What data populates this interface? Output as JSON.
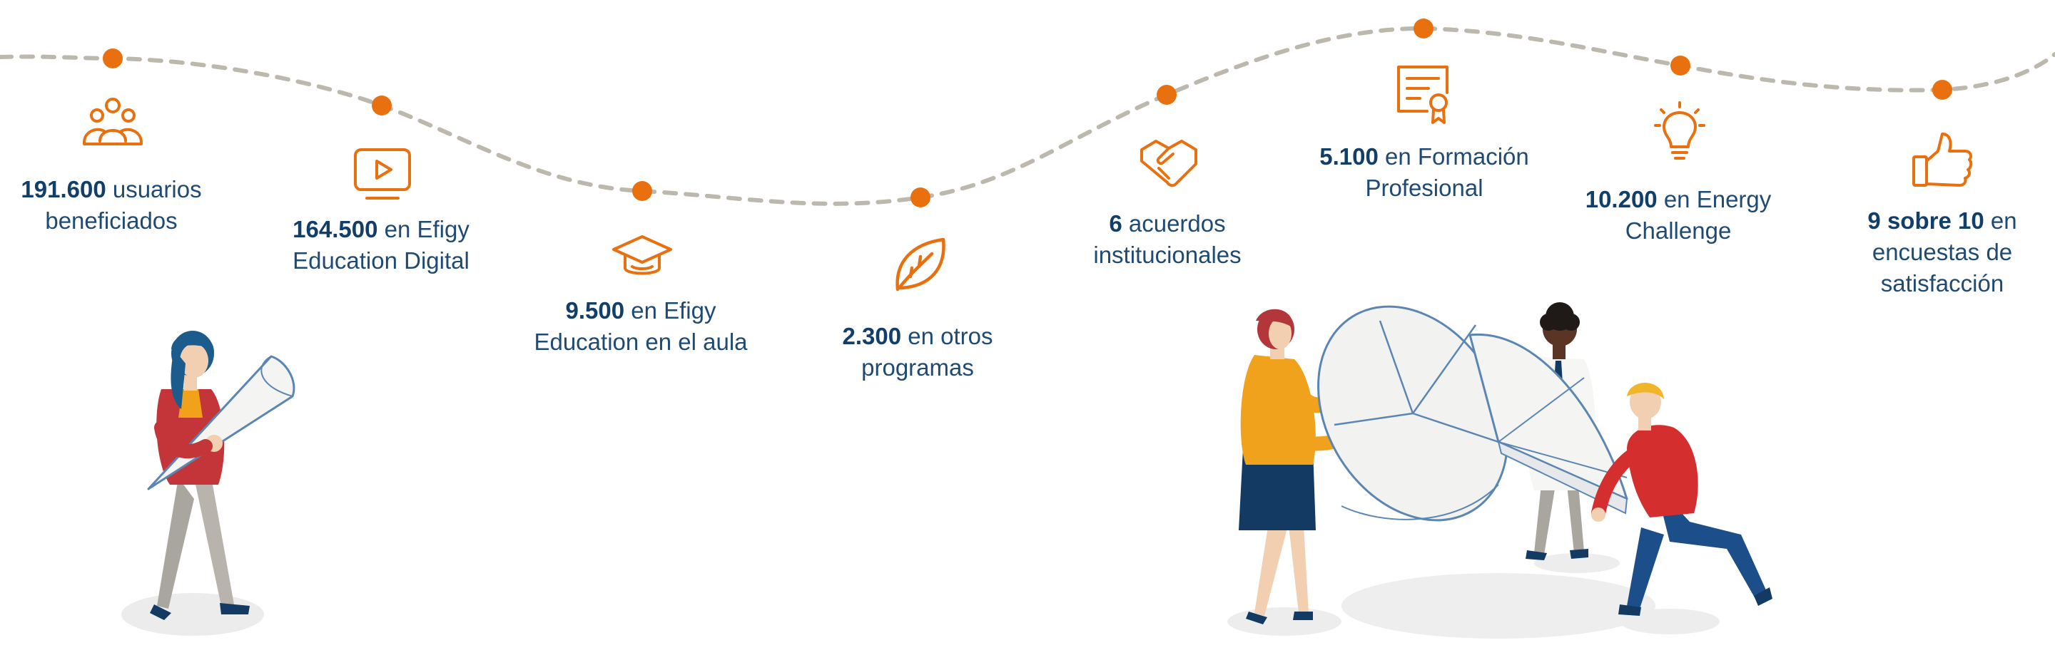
{
  "colors": {
    "accent": "#e8700f",
    "text": "#1f4a73",
    "curve": "#bdb8ae"
  },
  "milestones": [
    {
      "icon": "users-icon",
      "number": "191.600",
      "text_1": " usuarios",
      "text_2": "beneficiados"
    },
    {
      "icon": "video-play-icon",
      "number": "164.500",
      "text_1": " en Efigy",
      "text_2": "Education Digital"
    },
    {
      "icon": "graduation-cap-icon",
      "number": "9.500",
      "text_1": " en Efigy",
      "text_2": "Education en el aula"
    },
    {
      "icon": "leaf-icon",
      "number": "2.300",
      "text_1": " en otros",
      "text_2": "programas"
    },
    {
      "icon": "handshake-icon",
      "number": "6",
      "text_1": " acuerdos",
      "text_2": "institucionales"
    },
    {
      "icon": "certificate-icon",
      "number": "5.100",
      "text_1": " en Formación",
      "text_2": "Profesional"
    },
    {
      "icon": "lightbulb-icon",
      "number": "10.200",
      "text_1": " en Energy",
      "text_2": "Challenge"
    },
    {
      "icon": "thumbs-up-icon",
      "number": "9 sobre 10",
      "text_1": " en",
      "text_2": "encuestas de",
      "text_3": "satisfacción"
    }
  ]
}
